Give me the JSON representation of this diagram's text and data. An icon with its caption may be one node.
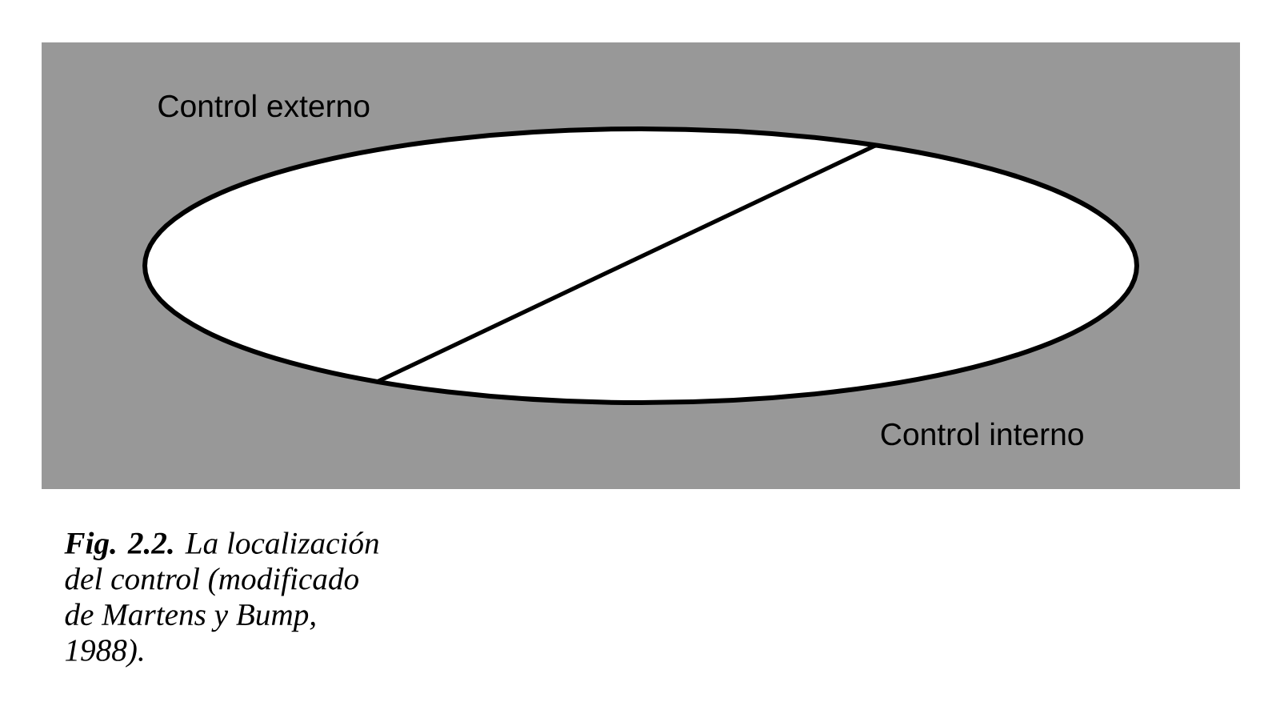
{
  "diagram": {
    "caption": "**Fig. 2.2.** La localización del control (modificado de Martens y Bump, 1988).",
    "nodes": [
      {
        "text": [
          "Control externo",
          "Control interno"
        ]
      },
      {
        "text": [],
        "shape": "ellipse",
        "in": 0
      }
    ]
  }
}
